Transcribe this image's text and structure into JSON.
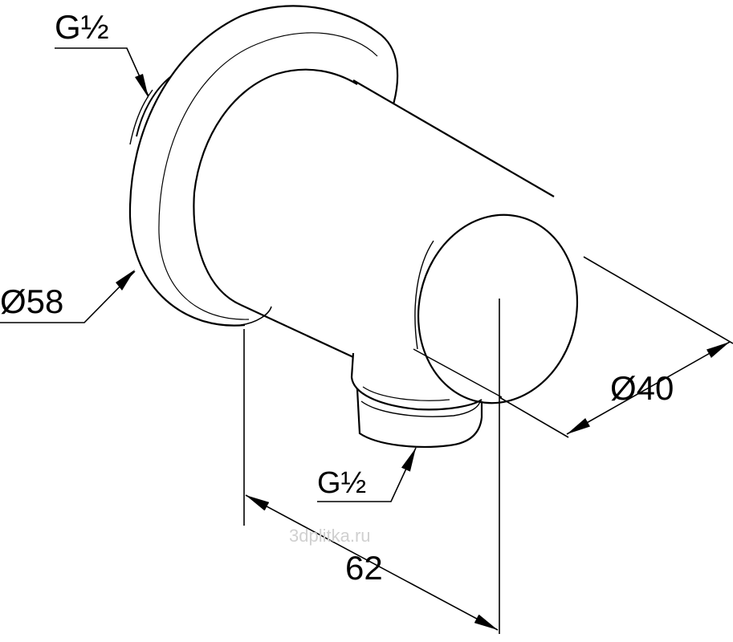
{
  "labels": {
    "thread_top": "G½",
    "flange_diameter": "Ø58",
    "body_diameter": "Ø40",
    "thread_outlet": "G½",
    "depth": "62"
  },
  "watermark": "3dplitka.ru",
  "colors": {
    "line": "#000000",
    "background": "#ffffff",
    "watermark": "#d0d0d0"
  }
}
